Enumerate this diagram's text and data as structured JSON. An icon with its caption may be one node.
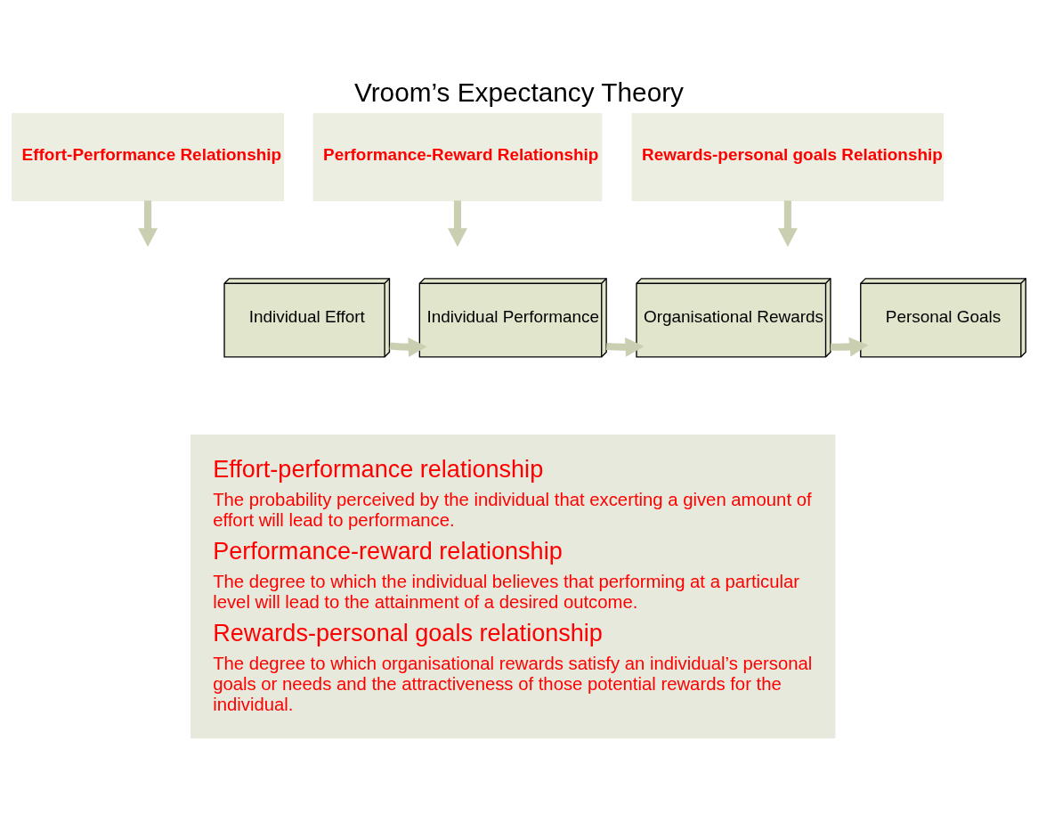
{
  "diagram": {
    "title": "Vroom’s Expectancy Theory",
    "nodes": [
      {
        "text": [
          "Effort-Performance Relationship"
        ]
      },
      {
        "text": [
          "Performance-Reward Relationship"
        ]
      },
      {
        "text": [
          "Rewards-personal goals Relationship"
        ]
      },
      {
        "text": [
          "Individual Effort"
        ]
      },
      {
        "text": [
          "Individual Performance"
        ]
      },
      {
        "text": [
          "Organisational Rewards"
        ]
      },
      {
        "text": [
          "Personal Goals"
        ]
      },
      {
        "text": [
          "Effort-performance relationship",
          "The probability perceived by the individual that excerting a given amount of effort will lead to performance.",
          "Performance-reward relationship",
          "The degree to which the individual believes that performing at a particular level will lead to the attainment of a desired outcome.",
          "Rewards-personal goals relationship",
          "The degree to which organisational rewards satisfy an individual’s personal goals or needs and the attractiveness of those potential rewards for the individual."
        ]
      }
    ],
    "edges": [
      {
        "from": 3,
        "to": 4,
        "arrow": "to"
      },
      {
        "from": 4,
        "to": 5,
        "arrow": "to"
      },
      {
        "from": 5,
        "to": 6,
        "arrow": "to"
      },
      {
        "from": 0,
        "to": null,
        "arrow": "to"
      },
      {
        "from": 1,
        "to": null,
        "arrow": "to"
      },
      {
        "from": 2,
        "to": null,
        "arrow": "to"
      }
    ]
  }
}
